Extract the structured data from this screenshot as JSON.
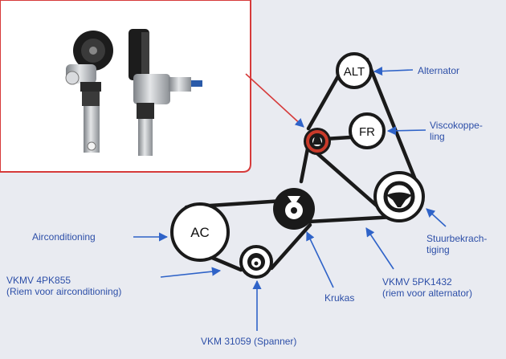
{
  "colors": {
    "background": "#e9ebf1",
    "belt": "#1a1a1a",
    "arrow": "#2f63c8",
    "label": "#2d4fa8",
    "inset_border": "#d63a3a",
    "tensioner_ring": "#c93a2a"
  },
  "pulleys": {
    "alt": "ALT",
    "fr": "FR",
    "ac": "AC"
  },
  "icons": {
    "steering": "steering-wheel-icon",
    "crankshaft": "crankshaft-icon",
    "spanner": "tensioner-icon",
    "tensioner_inset": "tensioner-assembly-photo"
  },
  "labels": {
    "alternator": [
      "Alternator"
    ],
    "visco": [
      "Viscokoppe-",
      "ling"
    ],
    "stuurbekrachtiging": [
      "Stuurbekrach-",
      "tiging"
    ],
    "airconditioning": [
      "Airconditioning"
    ],
    "vkmv4": [
      "VKMV 4PK855",
      "(Riem voor airconditioning)"
    ],
    "vkmv5": [
      "VKMV 5PK1432",
      "(riem voor alternator)"
    ],
    "krukas": [
      "Krukas"
    ],
    "vkm": [
      "VKM 31059 (Spanner)"
    ]
  }
}
